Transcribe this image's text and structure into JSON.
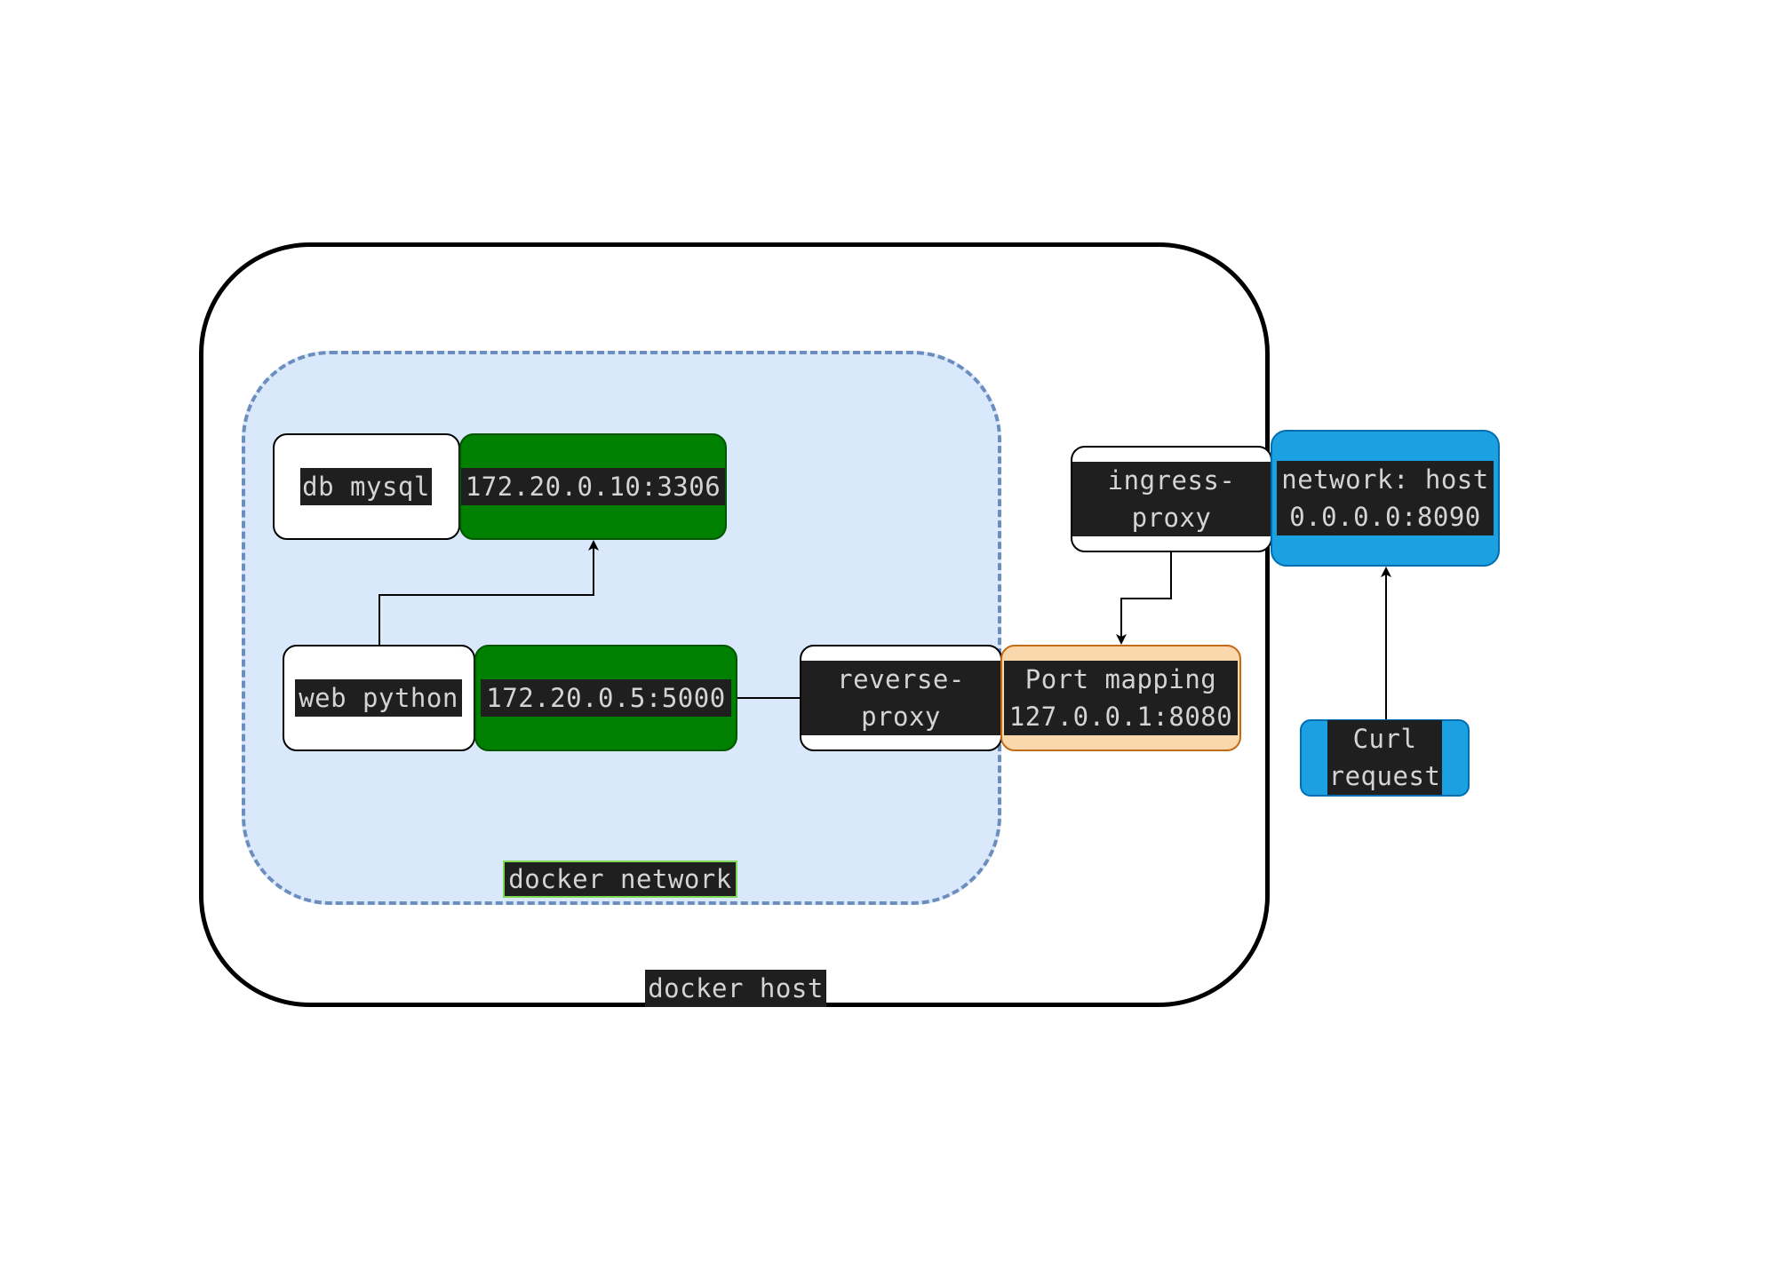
{
  "diagram": {
    "containers": {
      "docker_host": "docker host",
      "docker_network": "docker network"
    },
    "nodes": {
      "db_mysql": "db mysql",
      "db_ip": "172.20.0.10:3306",
      "web_python": "web python",
      "web_ip": "172.20.0.5:5000",
      "reverse_proxy": [
        "reverse-",
        "proxy"
      ],
      "port_mapping": [
        "Port mapping",
        "127.0.0.1:8080"
      ],
      "ingress_proxy": [
        "ingress-",
        "proxy"
      ],
      "network_host": [
        "network: host",
        "0.0.0.0:8090"
      ],
      "curl_request": [
        "Curl",
        "request"
      ]
    },
    "colors": {
      "docker_host_border": "#000000",
      "docker_network_fill": "#dae8fc",
      "docker_network_border": "#6c8ebf",
      "service_ip_fill": "#008000",
      "port_mapping_fill": "#fad7ac",
      "port_mapping_border": "#c46b16",
      "network_host_fill": "#1ba1e2",
      "label_background": "#1f1f1f",
      "label_text": "#d4d4d4",
      "docker_network_label_border": "#7ed957"
    }
  }
}
